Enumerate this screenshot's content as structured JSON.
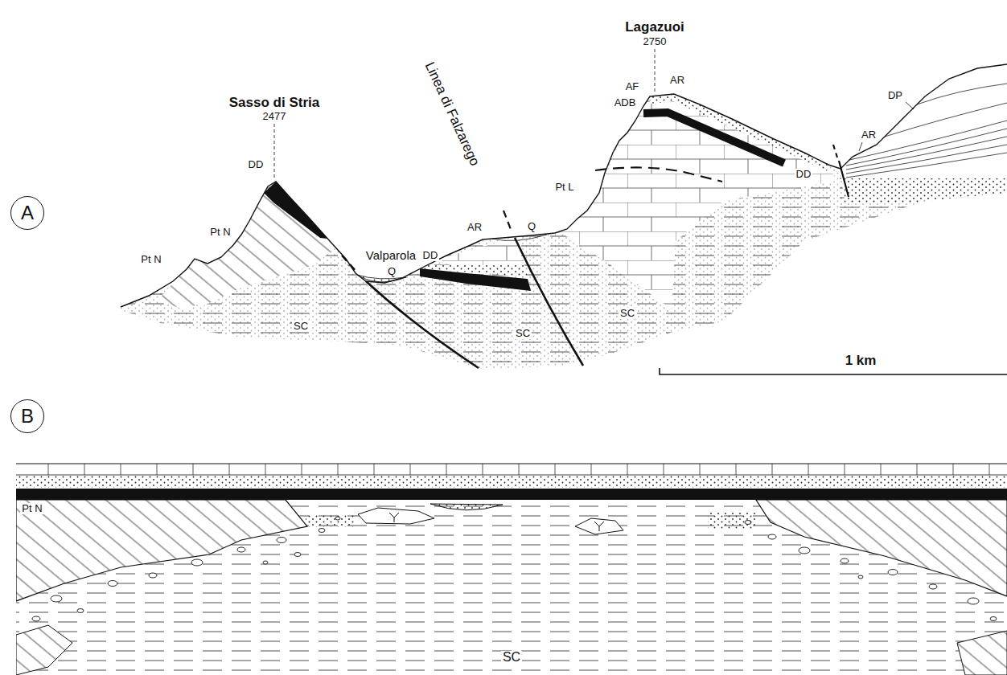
{
  "diagram": {
    "nodes": [
      {
        "text": [
          "A"
        ]
      },
      {
        "text": [
          "B"
        ]
      }
    ],
    "labels": [
      "Sasso di Stria",
      "2477",
      "Lagazuoi",
      "2750",
      "Linea di Falzarego",
      "Valparola",
      "DD",
      "Pt N",
      "Pt N",
      "SC",
      "Q",
      "DD",
      "AR",
      "Q",
      "SC",
      "Pt L",
      "SC",
      "AF",
      "AR",
      "ADB",
      "DD",
      "AR",
      "DP",
      "1 km",
      "Pt N",
      "SC"
    ]
  }
}
